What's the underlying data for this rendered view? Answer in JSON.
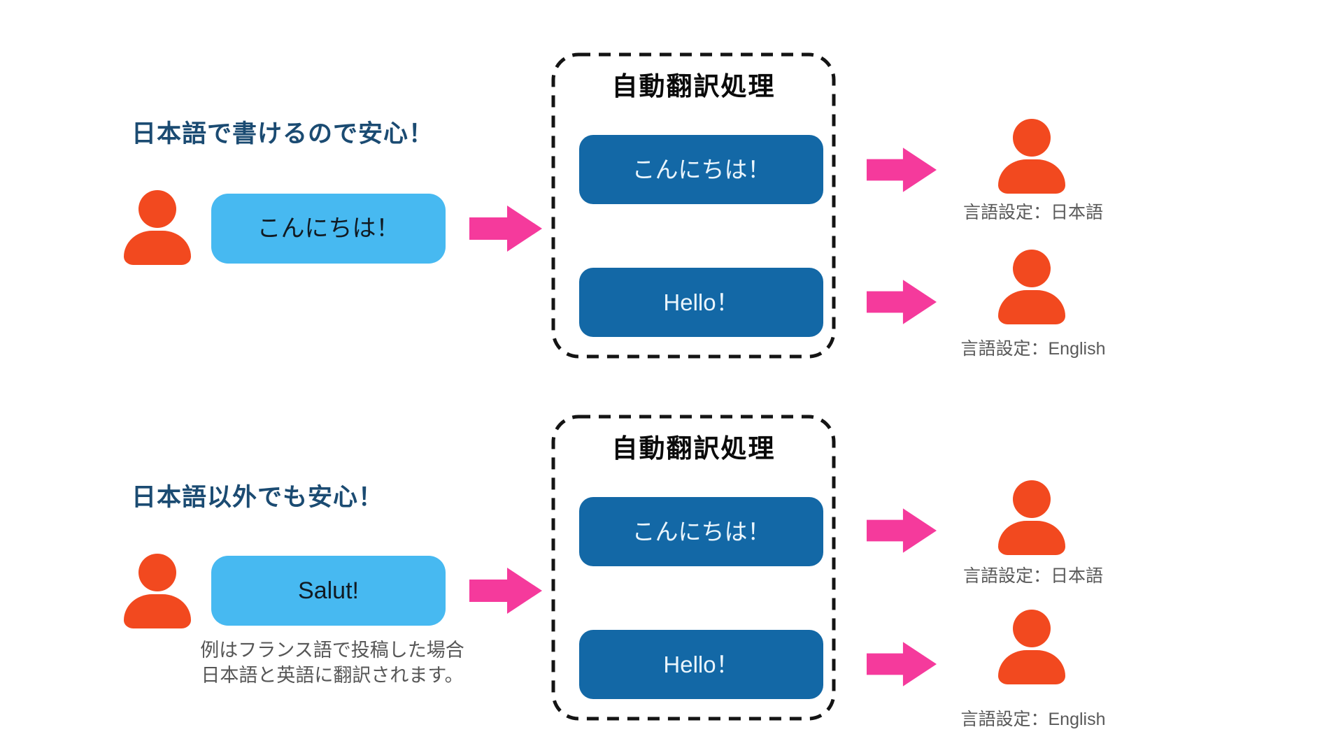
{
  "diagram": {
    "sections": [
      {
        "heading": "日本語で書けるので安心！",
        "sender_bubble": "こんにちは！",
        "process_title": "自動翻訳処理",
        "outputs": [
          "こんにちは！",
          "Hello！"
        ],
        "recipients": [
          "言語設定：日本語",
          "言語設定：English"
        ]
      },
      {
        "heading": "日本語以外でも安心！",
        "sender_bubble": "Salut!",
        "caption": [
          "例はフランス語で投稿した場合",
          "日本語と英語に翻訳されます。"
        ],
        "process_title": "自動翻訳処理",
        "outputs": [
          "こんにちは！",
          "Hello！"
        ],
        "recipients": [
          "言語設定：日本語",
          "言語設定：English"
        ]
      }
    ],
    "colors": {
      "heading": "#1b4b72",
      "person": "#f2491f",
      "bubble_bg": "#47b9f1",
      "bubble_text": "#111a22",
      "output_bg": "#1368a6",
      "output_text": "#eaf5fc",
      "arrow": "#f53a9c",
      "dashed_border": "#141414",
      "label_text": "#595959"
    }
  }
}
